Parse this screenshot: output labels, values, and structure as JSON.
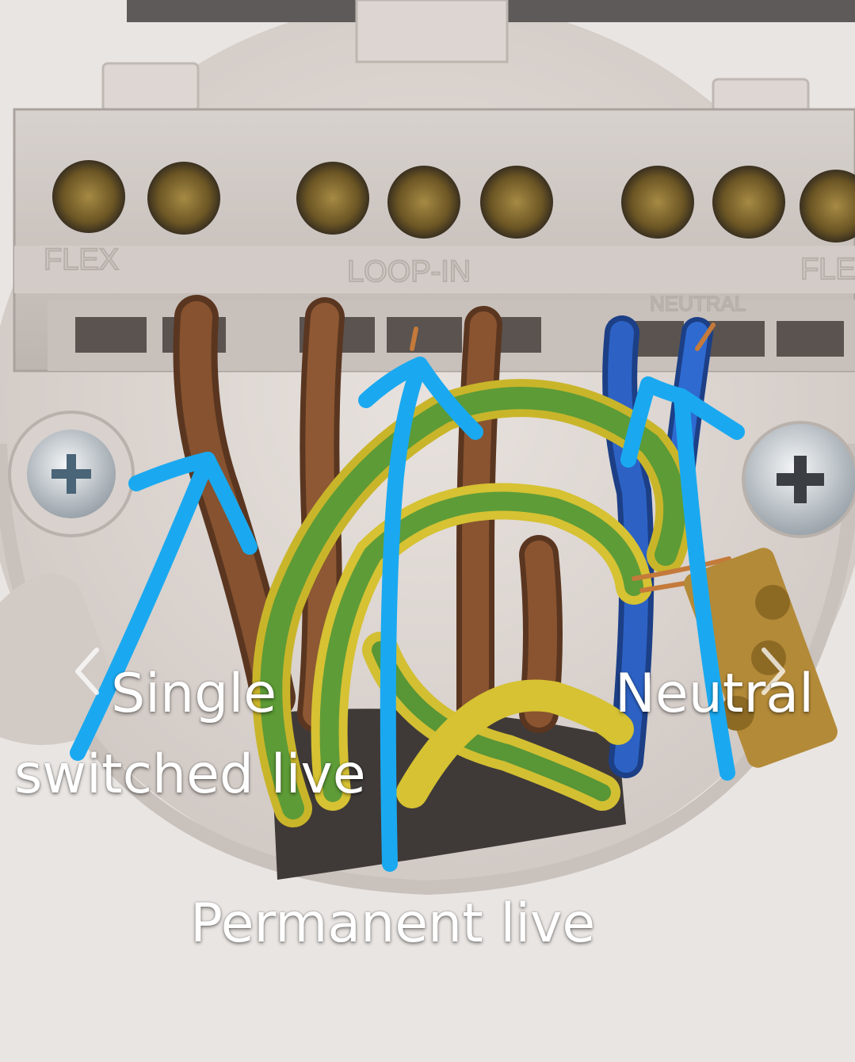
{
  "annotations": {
    "single_switched_live": {
      "line1": "Single",
      "line2": "switched live"
    },
    "permanent_live": "Permanent live",
    "neutral": "Neutral"
  },
  "terminal_markings": {
    "flex_left": "FLEX",
    "loop_in": "LOOP-IN",
    "neutral": "NEUTRAL",
    "flex_right": "FLE"
  },
  "colors": {
    "annotation_arrow": "#1aa9f0",
    "label_text": "#ffffff"
  },
  "icons": {
    "previous": "chevron-left-icon",
    "next": "chevron-right-icon"
  }
}
